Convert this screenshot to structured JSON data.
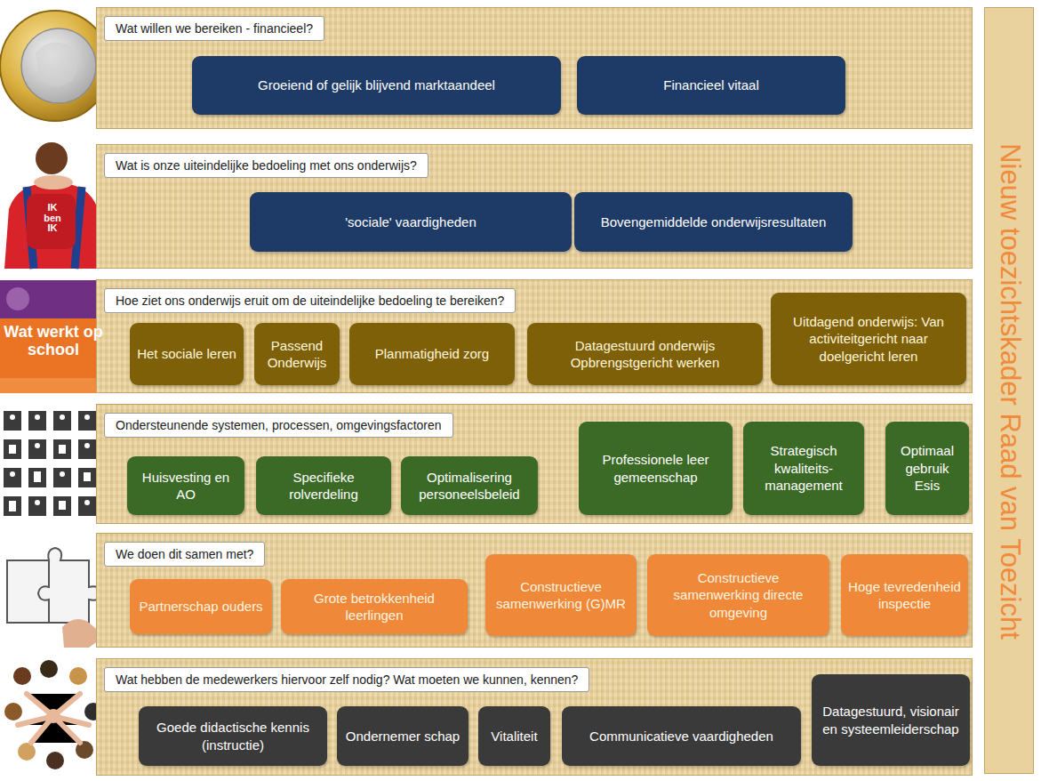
{
  "diagram": {
    "title": "Nieuw toezichtskader Raad van Toezicht",
    "nodes": [
      {
        "text": [
          "Wat willen we bereiken - financieel?"
        ]
      },
      {
        "text": [
          "Groeiend of gelijk blijvend marktaandeel"
        ],
        "in": 0
      },
      {
        "text": [
          "Financieel vitaal"
        ],
        "in": 0
      },
      {
        "text": [
          "Wat is onze uiteindelijke bedoeling met ons onderwijs?"
        ]
      },
      {
        "text": [
          "'sociale' vaardigheden"
        ],
        "in": 3
      },
      {
        "text": [
          "Bovengemiddelde onderwijsresultaten"
        ],
        "in": 3
      },
      {
        "text": [
          "Hoe ziet ons onderwijs eruit om de uiteindelijke bedoeling te bereiken?"
        ]
      },
      {
        "text": [
          "Het sociale leren"
        ],
        "in": 6
      },
      {
        "text": [
          "Passend Onderwijs"
        ],
        "in": 6
      },
      {
        "text": [
          "Planmatigheid zorg"
        ],
        "in": 6
      },
      {
        "text": [
          "Datagestuurd onderwijs Opbrengstgericht werken"
        ],
        "in": 6
      },
      {
        "text": [
          "Uitdagend onderwijs: Van activiteitgericht naar doelgericht leren"
        ],
        "in": 6
      },
      {
        "text": [
          "Ondersteunende systemen, processen, omgevingsfactoren"
        ]
      },
      {
        "text": [
          "Huisvesting en AO"
        ],
        "in": 12
      },
      {
        "text": [
          "Specifieke rolverdeling"
        ],
        "in": 12
      },
      {
        "text": [
          "Optimalisering personeelsbeleid"
        ],
        "in": 12
      },
      {
        "text": [
          "Professionele leer gemeenschap"
        ],
        "in": 12
      },
      {
        "text": [
          "Strategisch kwaliteits- management"
        ],
        "in": 12
      },
      {
        "text": [
          "Optimaal gebruik Esis"
        ],
        "in": 12
      },
      {
        "text": [
          "We doen dit samen met?"
        ]
      },
      {
        "text": [
          "Partnerschap ouders"
        ],
        "in": 19
      },
      {
        "text": [
          "Grote betrokkenheid leerlingen"
        ],
        "in": 19
      },
      {
        "text": [
          "Constructieve samenwerking (G)MR"
        ],
        "in": 19
      },
      {
        "text": [
          "Constructieve samenwerking directe omgeving"
        ],
        "in": 19
      },
      {
        "text": [
          "Hoge tevredenheid inspectie"
        ],
        "in": 19
      },
      {
        "text": [
          "Wat hebben de medewerkers hiervoor zelf nodig? Wat moeten we kunnen, kennen?"
        ]
      },
      {
        "text": [
          "Goede didactische kennis (instructie)"
        ],
        "in": 25
      },
      {
        "text": [
          "Ondernemer schap"
        ],
        "in": 25
      },
      {
        "text": [
          "Vitaliteit"
        ],
        "in": 25
      },
      {
        "text": [
          "Communicatieve vaardigheden"
        ],
        "in": 25
      },
      {
        "text": [
          "Datagestuurd, visionair en systeemleiderschap"
        ],
        "in": 25
      }
    ],
    "labels": [
      "IK ben IK",
      "Wat werkt op school"
    ]
  }
}
